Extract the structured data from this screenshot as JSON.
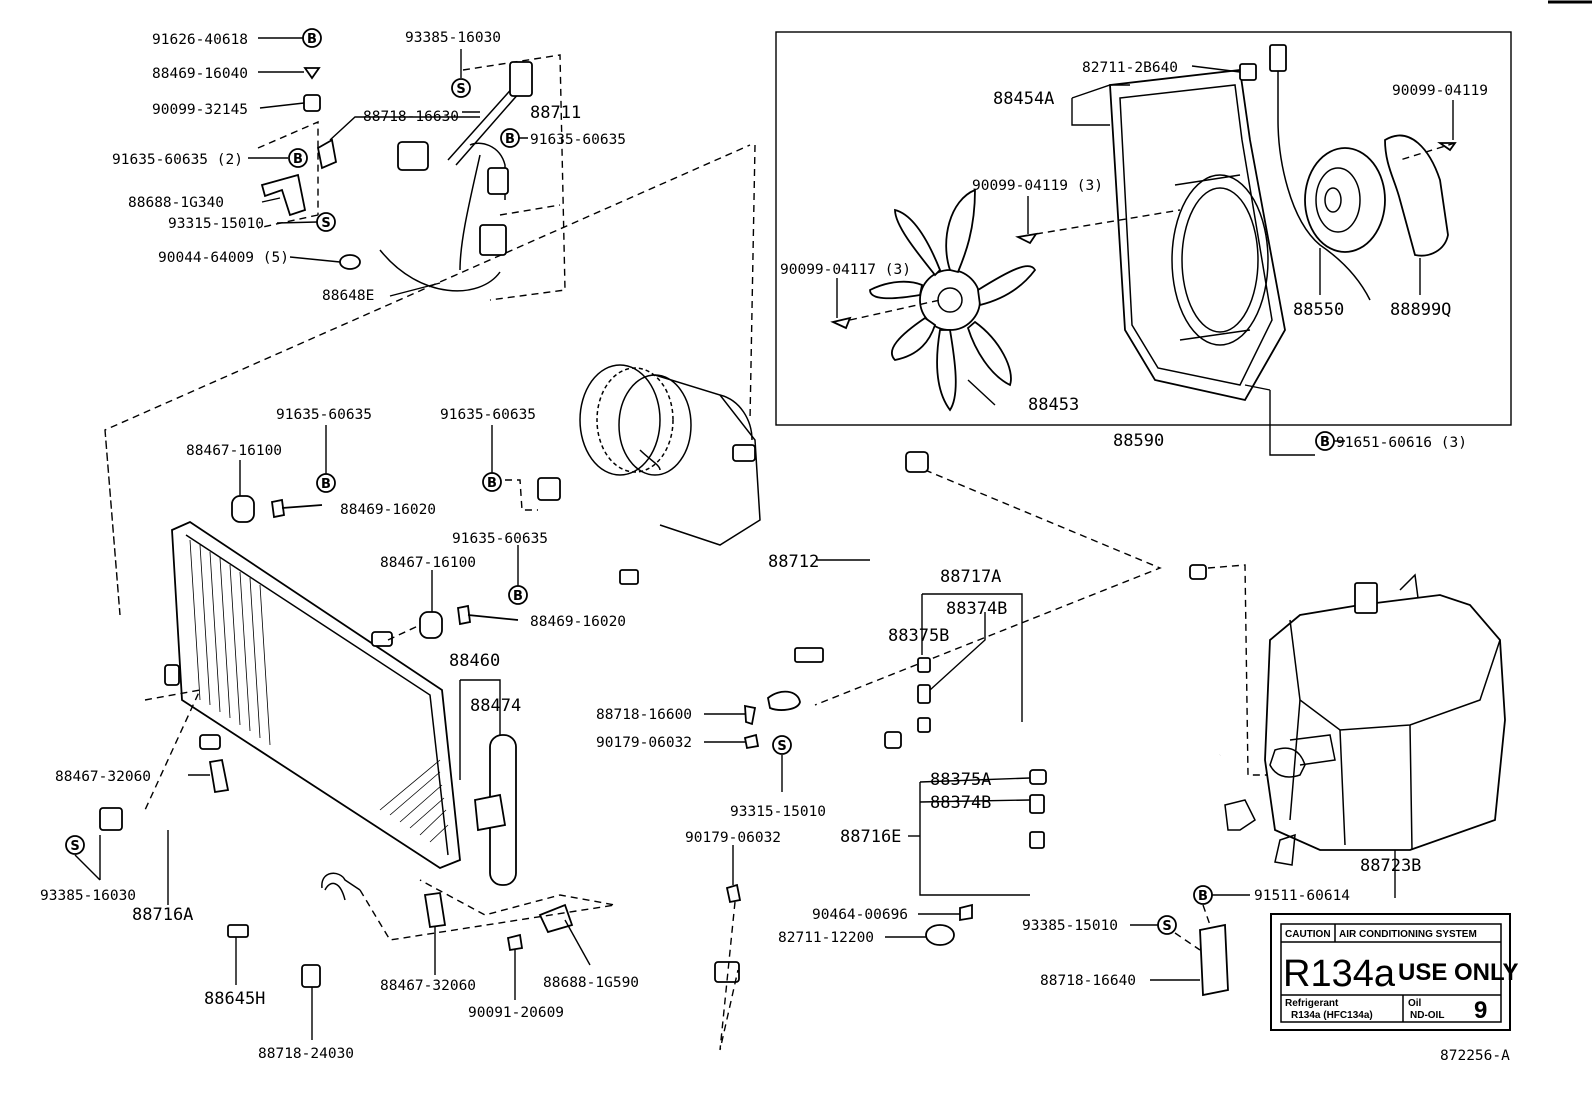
{
  "parts": {
    "p91626_40618": "91626-40618",
    "p88469_16040": "88469-16040",
    "p90099_32145": "90099-32145",
    "p91635_60635_2": "91635-60635 (2)",
    "p88688_1G340": "88688-1G340",
    "p93315_15010_a": "93315-15010",
    "p90044_64009": "90044-64009 (5)",
    "p88648E": "88648E",
    "p93385_16030_a": "93385-16030",
    "p88711": "88711",
    "p88718_16630": "88718-16630",
    "p91635_60635_a": "91635-60635",
    "p82711_2B640": "82711-2B640",
    "p88454A": "88454A",
    "p90099_04119": "90099-04119",
    "p90099_04119_3": "90099-04119 (3)",
    "p90099_04117_3": "90099-04117 (3)",
    "p88550": "88550",
    "p88899Q": "88899Q",
    "p88453": "88453",
    "p88590": "88590",
    "p91651_60616": "91651-60616 (3)",
    "p91635_60635_b": "91635-60635",
    "p91635_60635_c": "91635-60635",
    "p88467_16100_a": "88467-16100",
    "p88469_16020_a": "88469-16020",
    "p91635_60635_d": "91635-60635",
    "p88467_16100_b": "88467-16100",
    "p88469_16020_b": "88469-16020",
    "p88712": "88712",
    "p88717A": "88717A",
    "p88374B_a": "88374B",
    "p88375B": "88375B",
    "p88460": "88460",
    "p88474": "88474",
    "p88718_16600": "88718-16600",
    "p90179_06032_a": "90179-06032",
    "p93315_15010_b": "93315-15010",
    "p88467_32060_a": "88467-32060",
    "p93385_16030_b": "93385-16030",
    "p88716A": "88716A",
    "p88645H": "88645H",
    "p88718_24030": "88718-24030",
    "p88467_32060_b": "88467-32060",
    "p90091_20609": "90091-20609",
    "p88688_1G590": "88688-1G590",
    "p90179_06032_b": "90179-06032",
    "p88375A": "88375A",
    "p88374B_b": "88374B",
    "p88716E": "88716E",
    "p90464_00696": "90464-00696",
    "p82711_12200": "82711-12200",
    "p93385_15010": "93385-15010",
    "p88718_16640": "88718-16640",
    "p91511_60614": "91511-60614",
    "p88723B": "88723B"
  },
  "symbols": {
    "bolt": "B",
    "screw": "S"
  },
  "label_card": {
    "caution": "CAUTION",
    "system": "AIR CONDITIONING SYSTEM",
    "refrigerant_code": "R134a",
    "use_only": "USE ONLY",
    "refrigerant_title": "Refrigerant",
    "refrigerant_detail": "R134a (HFC134a)",
    "oil_title": "Oil",
    "oil_detail": "ND-OIL",
    "oil_number": "9"
  },
  "figure_id": "872256-A"
}
